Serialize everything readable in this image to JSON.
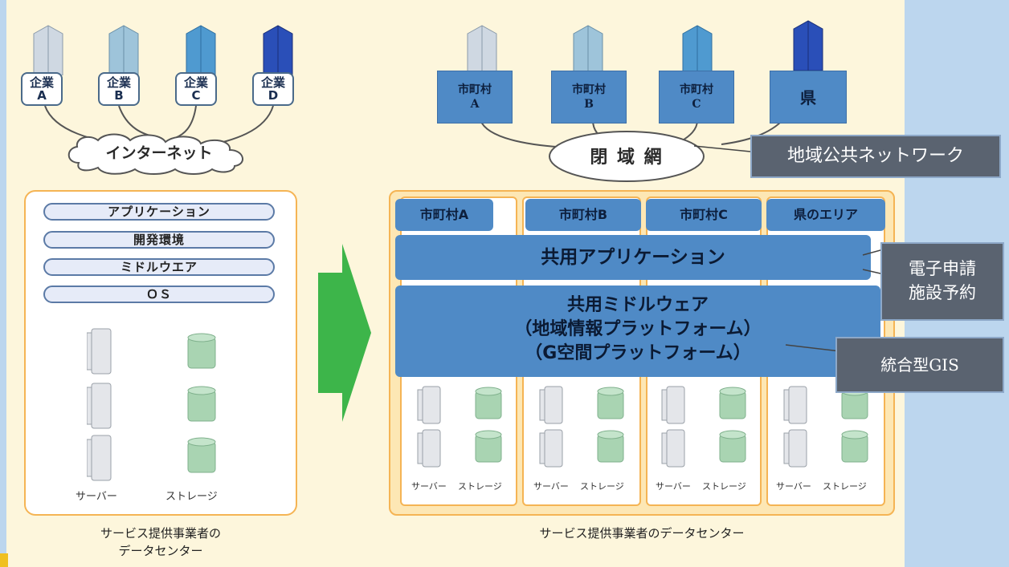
{
  "left": {
    "companies": [
      {
        "line1": "企業",
        "line2": "A",
        "color": "#cfd8e2"
      },
      {
        "line1": "企業",
        "line2": "B",
        "color": "#9ec4da"
      },
      {
        "line1": "企業",
        "line2": "C",
        "color": "#4f9ad0"
      },
      {
        "line1": "企業",
        "line2": "D",
        "color": "#2a4fb8"
      }
    ],
    "internet": "インターネット",
    "stack": [
      "アプリケーション",
      "開発環境",
      "ミドルウエア",
      "ＯＳ"
    ],
    "server_label": "サーバー",
    "storage_label": "ストレージ",
    "caption_line1": "サービス提供事業者の",
    "caption_line2": "データセンター"
  },
  "right": {
    "municipalities": [
      {
        "line1": "市町村",
        "line2": "A",
        "color": "#cfd8e2"
      },
      {
        "line1": "市町村",
        "line2": "B",
        "color": "#9ec4da"
      },
      {
        "line1": "市町村",
        "line2": "C",
        "color": "#4f9ad0"
      },
      {
        "line1": "県",
        "line2": "",
        "color": "#2a4fb8"
      }
    ],
    "closed_network": "閉 域 網",
    "areas": [
      "市町村A",
      "市町村B",
      "市町村C",
      "県のエリア"
    ],
    "shared_app": "共用アプリケーション",
    "middleware_line1": "共用ミドルウェア",
    "middleware_line2": "（地域情報プラットフォーム）",
    "middleware_line3": "（G空間プラットフォーム）",
    "server_label": "サーバー",
    "storage_label": "ストレージ",
    "caption": "サービス提供事業者のデータセンター"
  },
  "callouts": {
    "network": "地域公共ネットワーク",
    "egov_line1": "電子申請",
    "egov_line2": "施設予約",
    "gis": "統合型GIS"
  },
  "colors": {
    "background": "#bcd6ee",
    "canvas": "#fdf6dc",
    "panel_border": "#f5b454",
    "blue_box": "#4f8ac6",
    "arrow": "#3db54a",
    "callout": "#5a6370"
  }
}
